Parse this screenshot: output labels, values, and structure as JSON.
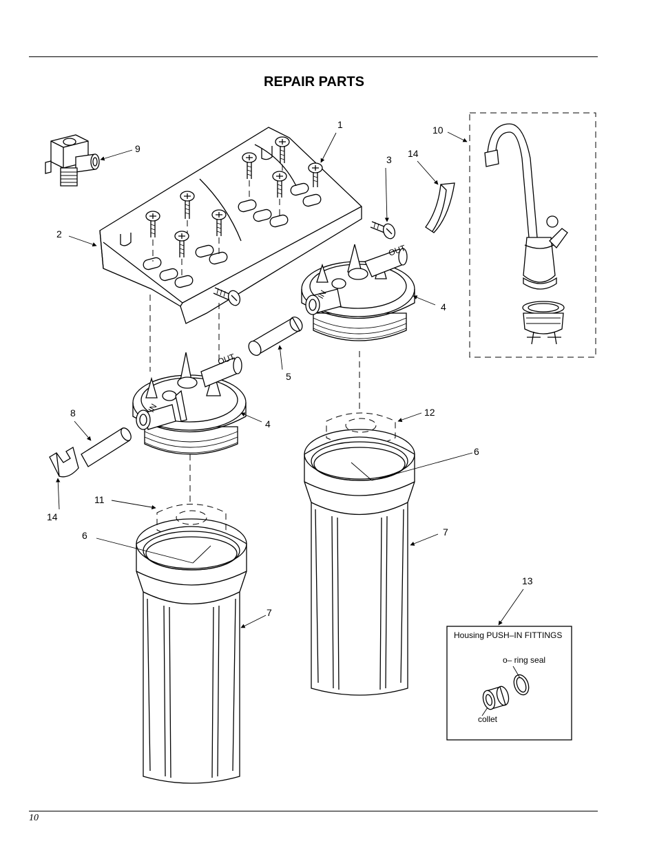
{
  "page": {
    "title": "REPAIR PARTS",
    "page_number": "10"
  },
  "callouts": [
    {
      "id": "c1",
      "text": "1"
    },
    {
      "id": "c2",
      "text": "2"
    },
    {
      "id": "c3",
      "text": "3"
    },
    {
      "id": "c4a",
      "text": "4"
    },
    {
      "id": "c4b",
      "text": "4"
    },
    {
      "id": "c5",
      "text": "5"
    },
    {
      "id": "c6a",
      "text": "6"
    },
    {
      "id": "c6b",
      "text": "6"
    },
    {
      "id": "c7a",
      "text": "7"
    },
    {
      "id": "c7b",
      "text": "7"
    },
    {
      "id": "c8",
      "text": "8"
    },
    {
      "id": "c9",
      "text": "9"
    },
    {
      "id": "c10",
      "text": "10"
    },
    {
      "id": "c11",
      "text": "11"
    },
    {
      "id": "c12",
      "text": "12"
    },
    {
      "id": "c13",
      "text": "13"
    },
    {
      "id": "c14a",
      "text": "14"
    },
    {
      "id": "c14b",
      "text": "14"
    }
  ],
  "inset": {
    "title": "Housing PUSH–IN  FITTINGS",
    "oring_label": "o– ring seal",
    "collet_label": "collet"
  },
  "port_labels": {
    "in": "IN",
    "out": "OUT"
  }
}
